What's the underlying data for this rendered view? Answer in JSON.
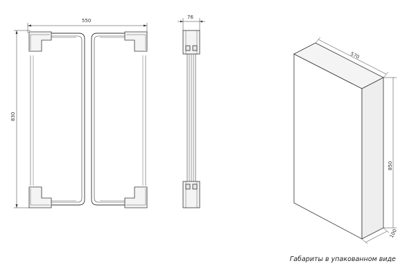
{
  "drawing": {
    "front_view": {
      "width_label": "550",
      "height_label": "830"
    },
    "side_view": {
      "depth_label": "76"
    },
    "package_view": {
      "width_label": "570",
      "height_label": "850",
      "depth_label": "100"
    },
    "caption": "Габариты в упакованном виде",
    "colors": {
      "line": "#333333",
      "fill_light": "#f4f4f4",
      "fill_dark": "#e6e6e6"
    }
  }
}
